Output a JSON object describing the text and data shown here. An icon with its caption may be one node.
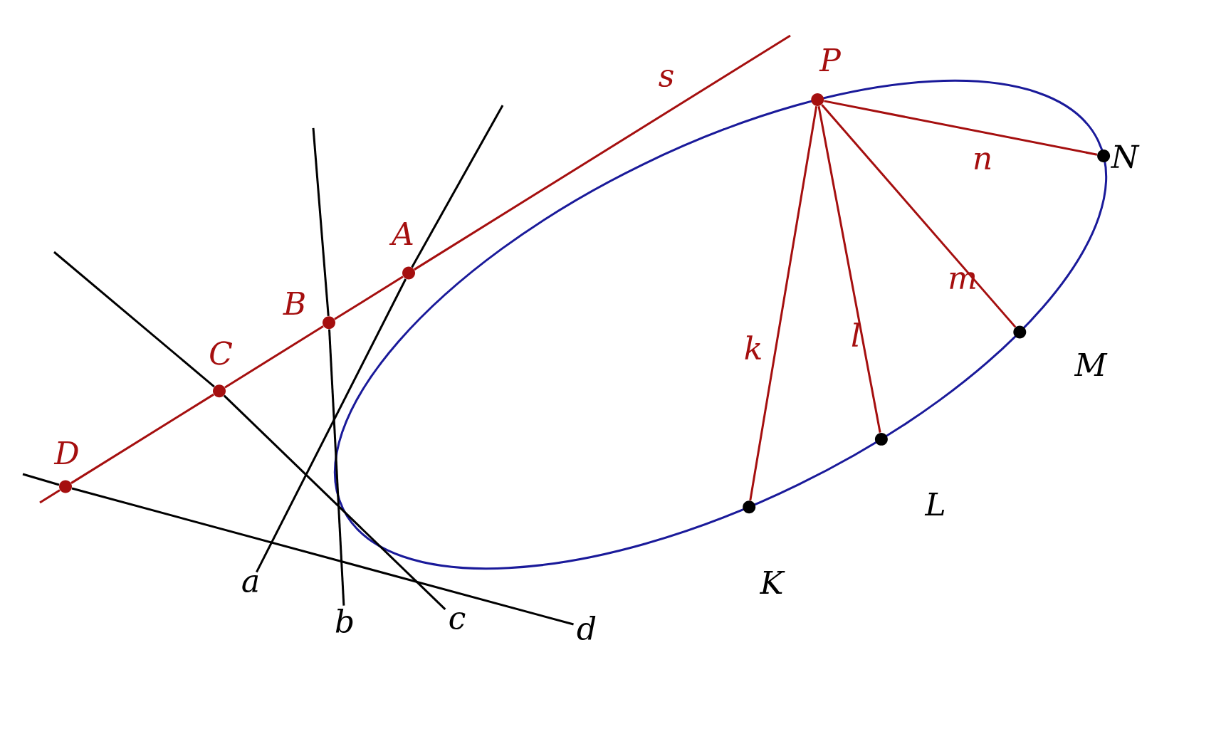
{
  "diagram": {
    "nodes": [
      {
        "text": [
          "P"
        ]
      },
      {
        "text": [
          "N"
        ]
      },
      {
        "text": [
          "M"
        ]
      },
      {
        "text": [
          "L"
        ]
      },
      {
        "text": [
          "K"
        ]
      },
      {
        "text": [
          "A"
        ]
      },
      {
        "text": [
          "B"
        ]
      },
      {
        "text": [
          "C"
        ]
      },
      {
        "text": [
          "D"
        ]
      },
      {
        "text": [
          "a"
        ]
      },
      {
        "text": [
          "b"
        ]
      },
      {
        "text": [
          "c"
        ]
      },
      {
        "text": [
          "d"
        ]
      }
    ],
    "edges": [
      {
        "from": 0,
        "to": 4,
        "arrow": "none",
        "label": "k"
      },
      {
        "from": 0,
        "to": 3,
        "arrow": "none",
        "label": "l"
      },
      {
        "from": 0,
        "to": 2,
        "arrow": "none",
        "label": "m"
      },
      {
        "from": 0,
        "to": 1,
        "arrow": "none",
        "label": "n"
      },
      {
        "from": 8,
        "to": 7,
        "arrow": "none"
      },
      {
        "from": 7,
        "to": 6,
        "arrow": "none"
      },
      {
        "from": 6,
        "to": 5,
        "arrow": "none"
      },
      {
        "from": 5,
        "to": null,
        "arrow": "none",
        "label": "s"
      },
      {
        "from": null,
        "to": 8,
        "arrow": "none"
      },
      {
        "from": 9,
        "to": 5,
        "arrow": "none",
        "color": "#000000"
      },
      {
        "from": 5,
        "to": null,
        "arrow": "none",
        "color": "#000000"
      },
      {
        "from": 10,
        "to": 6,
        "arrow": "none",
        "color": "#000000"
      },
      {
        "from": 6,
        "to": null,
        "arrow": "none",
        "color": "#000000"
      },
      {
        "from": 11,
        "to": 7,
        "arrow": "none",
        "color": "#000000"
      },
      {
        "from": 7,
        "to": null,
        "arrow": "none",
        "color": "#000000"
      },
      {
        "from": 12,
        "to": 8,
        "arrow": "none",
        "color": "#000000"
      },
      {
        "from": 8,
        "to": null,
        "arrow": "none",
        "color": "#000000"
      }
    ]
  }
}
